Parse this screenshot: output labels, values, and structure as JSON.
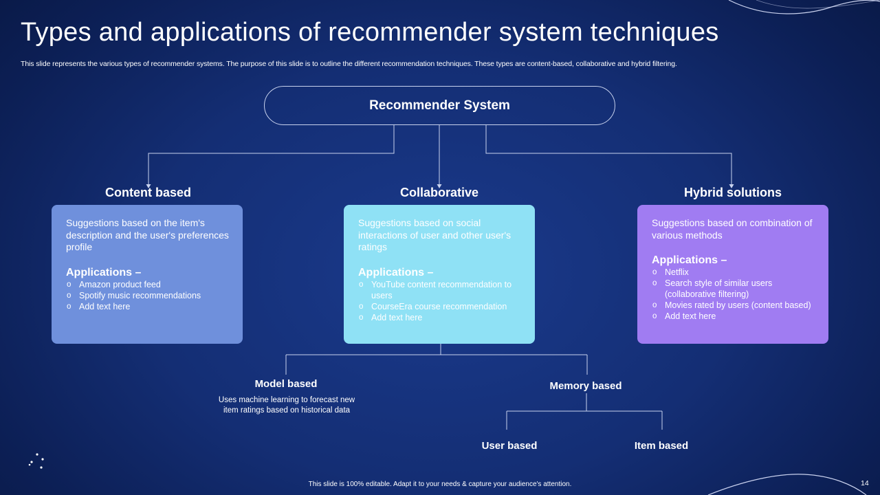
{
  "slide": {
    "title": "Types and applications of recommender system techniques",
    "subtitle": "This slide represents the various types of recommender systems. The purpose of this slide is to outline the different recommendation techniques. These types are content-based, collaborative and hybrid filtering.",
    "footer": "This slide is 100% editable. Adapt it to your needs & capture your audience's attention.",
    "page_number": "14"
  },
  "diagram": {
    "root": "Recommender System",
    "categories": [
      {
        "heading": "Content based",
        "description": "Suggestions based on the item's description and the user's preferences profile",
        "applications_label": "Applications –",
        "applications": [
          "Amazon product feed",
          "Spotify music recommendations",
          "Add text here"
        ]
      },
      {
        "heading": "Collaborative",
        "description": "Suggestions based on social interactions of user and other user's ratings",
        "applications_label": "Applications –",
        "applications": [
          "YouTube content recommendation to users",
          "CourseEra course recommendation",
          "Add text here"
        ]
      },
      {
        "heading": "Hybrid solutions",
        "description": "Suggestions based on combination of various methods",
        "applications_label": "Applications –",
        "applications": [
          "Netflix",
          "Search style of similar users (collaborative filtering)",
          "Movies rated by users (content based)",
          "Add text here"
        ]
      }
    ],
    "collaborative_types": {
      "model_based": {
        "heading": "Model based",
        "description": "Uses machine learning to forecast new item ratings based on historical data"
      },
      "memory_based": {
        "heading": "Memory based",
        "children": [
          "User based",
          "Item based"
        ]
      }
    }
  },
  "colors": {
    "background": "#142e74",
    "content_card": "#6f90dc",
    "collaborative_card": "#8fe1f5",
    "hybrid_card": "#a07cf2",
    "connector": "#c9d3ee"
  }
}
